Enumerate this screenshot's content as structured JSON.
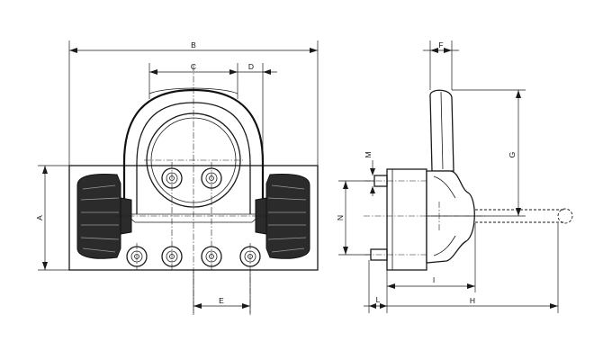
{
  "dimensions": {
    "A": "A",
    "B": "B",
    "C": "C",
    "D": "D",
    "E": "E",
    "F": "F",
    "G": "G",
    "H": "H",
    "I": "I",
    "L": "L",
    "M": "M",
    "N": "N"
  }
}
